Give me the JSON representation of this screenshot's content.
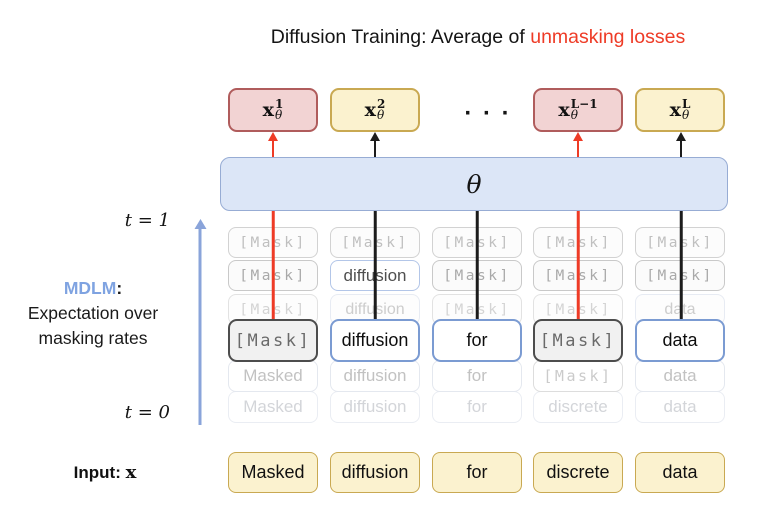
{
  "title": {
    "prefix": "Diffusion Training: Average of ",
    "highlight": "unmasking losses"
  },
  "colors": {
    "accent-red": "#ee3b26",
    "black": "#1c1c1c",
    "pink-fill": "#f2d3d3",
    "pink-border": "#b05c5c",
    "yellow-fill": "#fbf2cf",
    "yellow-border": "#c9a952",
    "bar-fill": "#dce6f7",
    "bar-border": "#97acd4",
    "token-blue": "#7b9bd2",
    "arrow-blue": "#8aa4da",
    "mdlm-blue": "#7fa3e1",
    "mask-fill": "#f1f1f1",
    "mask-border": "#4d4d4d",
    "mask-text": "#6a6a6a"
  },
  "network": {
    "label": "θ"
  },
  "top_row": {
    "ellipsis": "· · ·",
    "boxes": [
      {
        "base": "x",
        "sup": "1",
        "sub": "θ"
      },
      {
        "base": "x",
        "sup": "2",
        "sub": "θ"
      },
      {
        "base": "x",
        "sup": "L−1",
        "sub": "θ"
      },
      {
        "base": "x",
        "sup": "L",
        "sub": "θ"
      }
    ]
  },
  "left_panel": {
    "t_top": "t = 1",
    "t_bottom": "t = 0",
    "method": "MDLM",
    "colon": ":",
    "desc_line1": "Expectation over",
    "desc_line2": "masking rates"
  },
  "stack": {
    "rows": [
      {
        "cells": [
          "[Mask]",
          "[Mask]",
          "[Mask]",
          "[Mask]",
          "[Mask]"
        ]
      },
      {
        "cells": [
          "[Mask]",
          "diffusion",
          "[Mask]",
          "[Mask]",
          "[Mask]"
        ]
      },
      {
        "cells": [
          "[Mask]",
          "diffusion",
          "[Mask]",
          "[Mask]",
          "data"
        ]
      },
      {
        "cells": [
          "[Mask]",
          "diffusion",
          "for",
          "[Mask]",
          "data"
        ]
      },
      {
        "cells": [
          "Masked",
          "diffusion",
          "for",
          "[Mask]",
          "data"
        ]
      },
      {
        "cells": [
          "Masked",
          "diffusion",
          "for",
          "discrete",
          "data"
        ]
      }
    ]
  },
  "input_row": {
    "label": "Input:",
    "label_math": "x",
    "tokens": [
      "Masked",
      "diffusion",
      "for",
      "discrete",
      "data"
    ]
  }
}
